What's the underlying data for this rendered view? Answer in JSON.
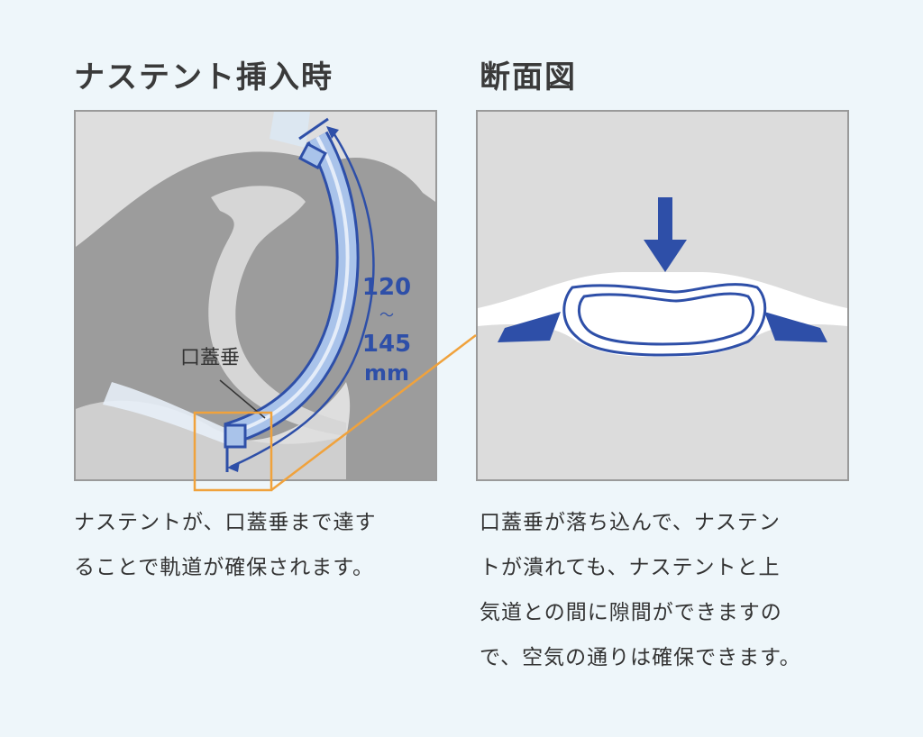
{
  "left": {
    "title": "ナステント挿入時",
    "uvula_label": "口蓋垂",
    "length_top": "120",
    "length_sep": "〜",
    "length_bottom": "145",
    "length_unit": "mm",
    "caption_lines": [
      "ナステントが、口蓋垂まで達す",
      "ることで軌道が確保されます。"
    ]
  },
  "right": {
    "title": "断面図",
    "caption_lines": [
      "口蓋垂が落ち込んで、ナステン",
      "トが潰れても、ナステントと上",
      "気道との間に隙間ができますの",
      "で、空気の通りは確保できます。"
    ]
  },
  "colors": {
    "stent_blue": "#2e4fa8",
    "stent_fill": "#a9c3ea",
    "highlight_orange": "#f0a23c",
    "head_gray": "#9e9e9e",
    "panel_bg": "#dedede",
    "page_bg": "#eef6fa"
  }
}
